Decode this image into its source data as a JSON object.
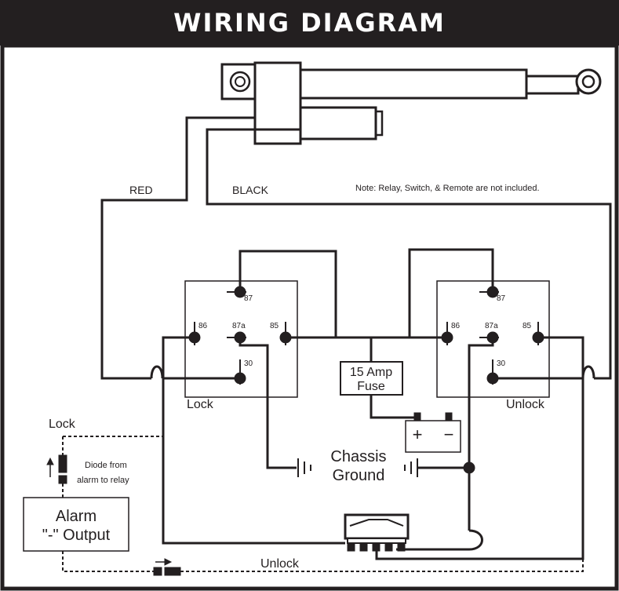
{
  "title": "WIRING DIAGRAM",
  "note": "Note: Relay, Switch, & Remote are not included.",
  "wires": {
    "red": "RED",
    "black": "BLACK"
  },
  "relays": {
    "lock": {
      "label": "Lock",
      "pins": {
        "p87": "87",
        "p86": "86",
        "p87a": "87a",
        "p85": "85",
        "p30": "30"
      }
    },
    "unlock": {
      "label": "Unlock",
      "pins": {
        "p87": "87",
        "p86": "86",
        "p87a": "87a",
        "p85": "85",
        "p30": "30"
      }
    }
  },
  "fuse": {
    "line1": "15 Amp",
    "line2": "Fuse"
  },
  "battery": {
    "plus": "+",
    "minus": "−"
  },
  "ground": {
    "line1": "Chassis",
    "line2": "Ground"
  },
  "alarm": {
    "line1": "Alarm",
    "line2": "\"-\" Output",
    "lock": "Lock",
    "unlock": "Unlock",
    "diode_line1": "Diode from",
    "diode_line2": "alarm to relay"
  },
  "colors": {
    "ink": "#231f20",
    "banner": "#231f20",
    "background": "#ffffff"
  }
}
